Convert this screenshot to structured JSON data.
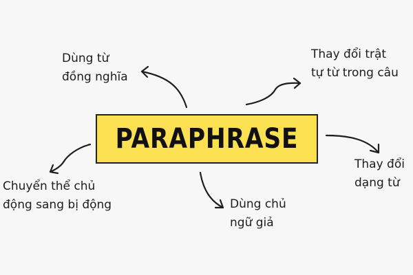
{
  "center": {
    "label": "PARAPHRASE",
    "fill_color": "#fbe052",
    "border_color": "#222222"
  },
  "branches": [
    {
      "line1": "Dùng từ",
      "line2": "đồng nghĩa"
    },
    {
      "line1": "Thay đổi trật",
      "line2": "tự từ trong câu"
    },
    {
      "line1": "Thay đổi",
      "line2": "dạng từ"
    },
    {
      "line1": "Dùng chủ",
      "line2": "ngữ giả"
    },
    {
      "line1": "Chuyển thể chủ",
      "line2": "động sang bị động"
    }
  ],
  "colors": {
    "background": "#f7f7f7",
    "arrow": "#1e1e1e",
    "text": "#1c1c1c"
  }
}
